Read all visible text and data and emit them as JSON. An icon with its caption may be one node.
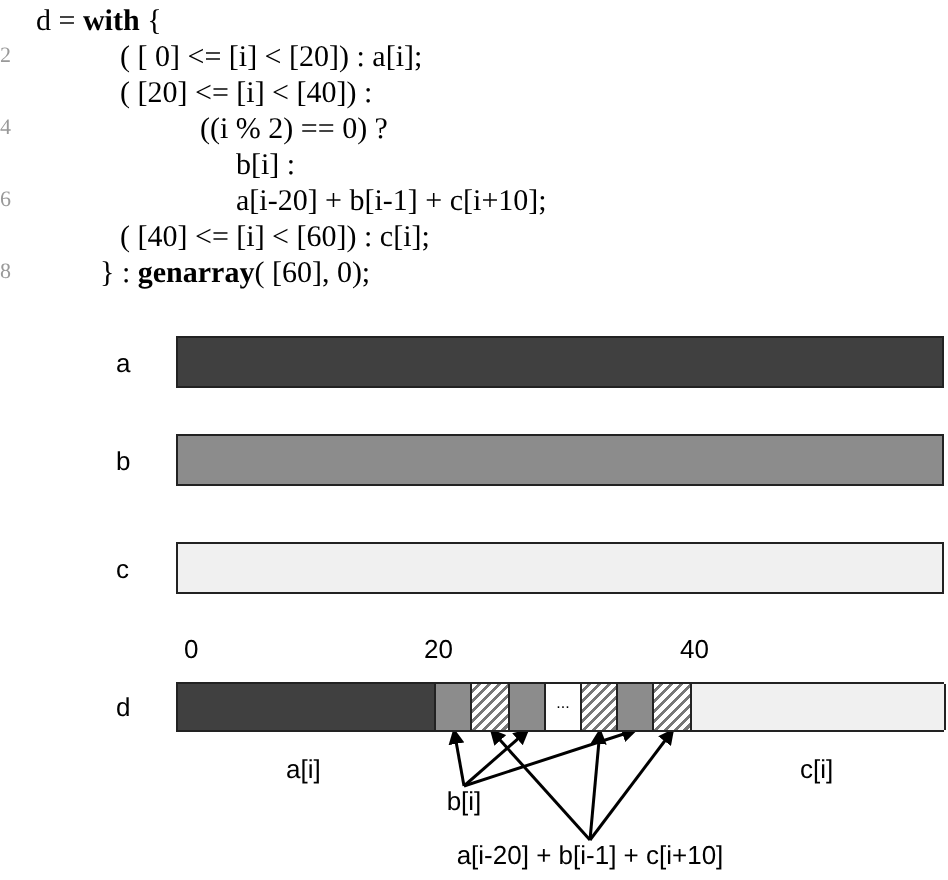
{
  "diagram": {
    "nodes": [
      {
        "text": [],
        "shape": "bar",
        "beside": [
          "a"
        ]
      },
      {
        "text": [],
        "shape": "bar",
        "beside": [
          "b"
        ]
      },
      {
        "text": [],
        "shape": "bar",
        "beside": [
          "c"
        ]
      },
      {
        "text": [],
        "shape": "bar",
        "beside": [
          "d"
        ]
      },
      {
        "text": [],
        "shape": "bar",
        "in": 3,
        "beside": [
          "a[i]"
        ]
      },
      {
        "text": [],
        "shape": "bar",
        "in": 3
      },
      {
        "text": [],
        "shape": "bar",
        "in": 3
      },
      {
        "text": [],
        "shape": "bar",
        "in": 3
      },
      {
        "text": [
          "..."
        ],
        "in": 3
      },
      {
        "text": [],
        "shape": "bar",
        "in": 3
      },
      {
        "text": [],
        "shape": "bar",
        "in": 3
      },
      {
        "text": [],
        "shape": "bar",
        "in": 3
      },
      {
        "text": [],
        "shape": "bar",
        "in": 3,
        "beside": [
          "c[i]"
        ]
      },
      {
        "text": [
          "b[i]"
        ]
      },
      {
        "text": [
          "a[i-20] + b[i-1] + c[i+10]"
        ]
      }
    ],
    "edges": [
      {
        "from": 13,
        "to": 5,
        "arrow": "to"
      },
      {
        "from": 13,
        "to": 7,
        "arrow": "to"
      },
      {
        "from": 13,
        "to": 10,
        "arrow": "to"
      },
      {
        "from": 14,
        "to": 6,
        "arrow": "to"
      },
      {
        "from": 14,
        "to": 9,
        "arrow": "to"
      },
      {
        "from": 14,
        "to": 11,
        "arrow": "to"
      }
    ],
    "labels": [
      "d = **with** {",
      "2",
      "( [ 0] <= [i] < [20]) : a[i];",
      "( [20] <= [i] < [40]) :",
      "4",
      "((i % 2) == 0) ?",
      "b[i] :",
      "6",
      "a[i-20] + b[i-1] + c[i+10];",
      "( [40] <= [i] < [60]) : c[i];",
      "8",
      "} : **genarray**( [60], 0);",
      "0",
      "20",
      "40"
    ]
  }
}
